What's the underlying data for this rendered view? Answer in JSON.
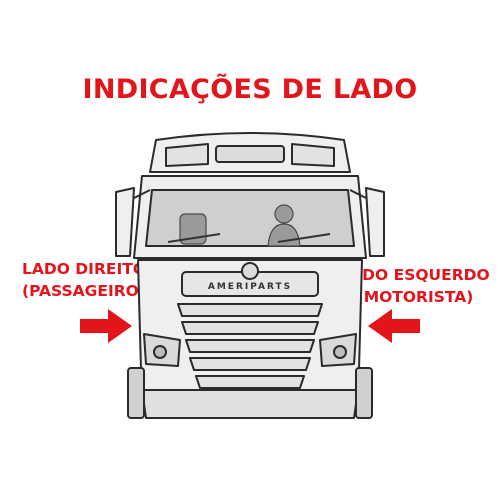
{
  "title": "INDICAÇÕES DE LADO",
  "right_side": {
    "line1": "LADO DIREITO",
    "line2": "(PASSAGEIRO)"
  },
  "left_side": {
    "line1": "LADO ESQUERDO",
    "line2": "(MOTORISTA)"
  },
  "truck": {
    "grille_brand": "AMERIPARTS"
  },
  "colors": {
    "accent": "#e4141b",
    "truck_fill": "#efefef",
    "truck_line": "#2b2b2b"
  }
}
